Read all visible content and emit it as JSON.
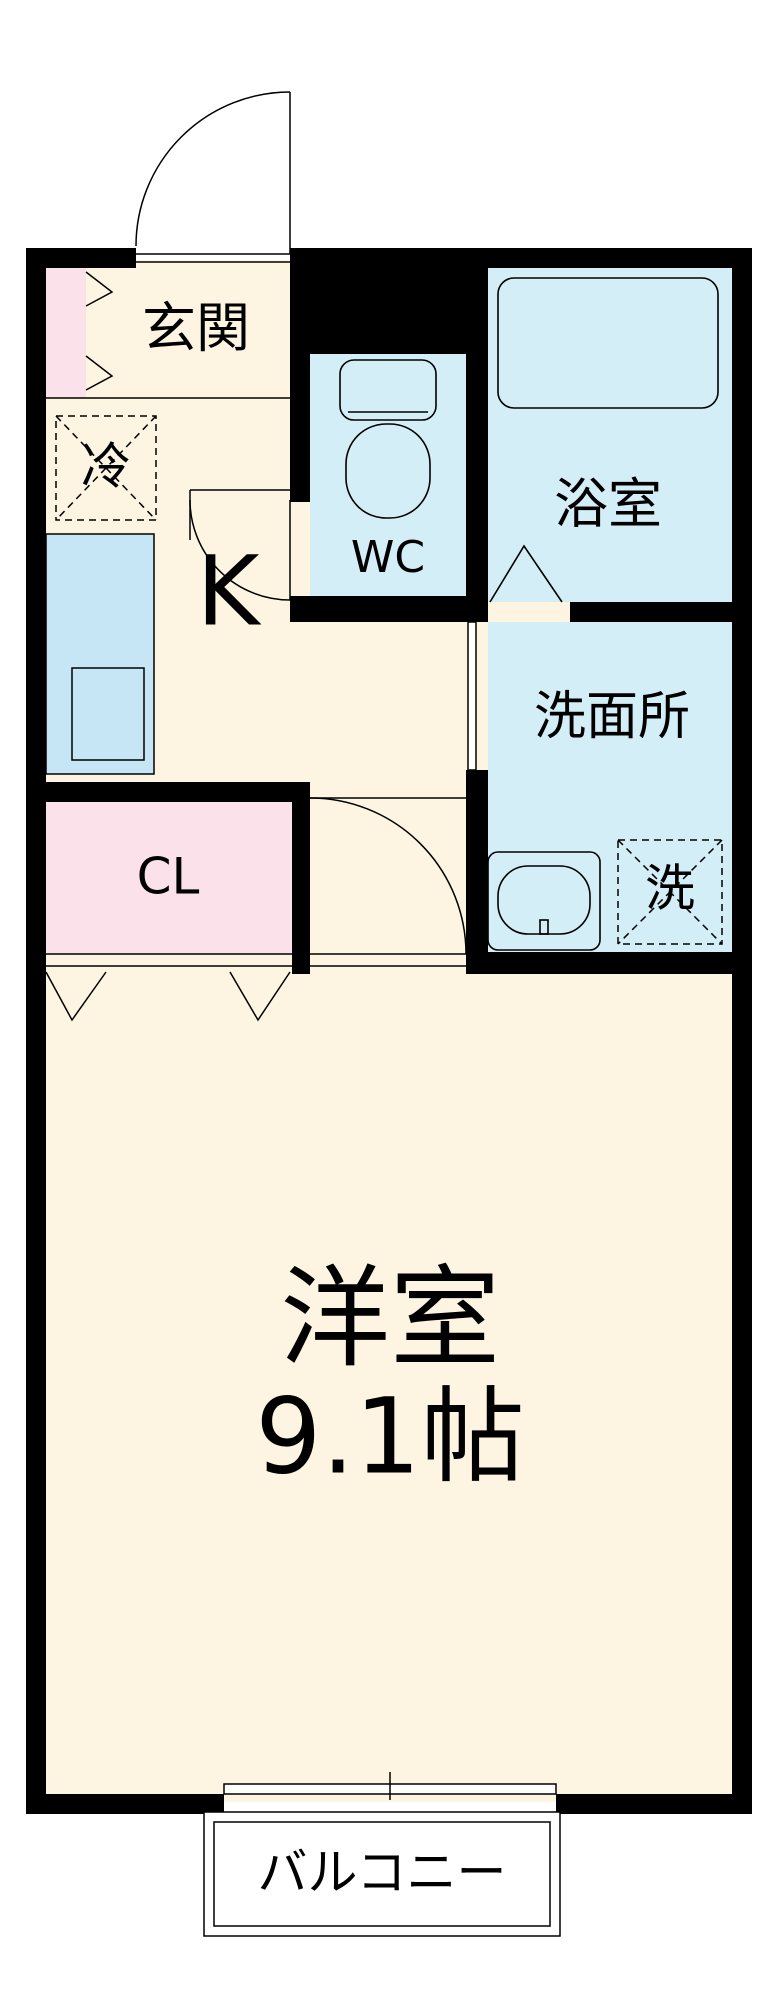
{
  "rooms": {
    "entrance": "玄関",
    "fridge": "冷",
    "kitchen": "K",
    "toilet": "WC",
    "bathroom": "浴室",
    "washroom": "洗面所",
    "washer": "洗",
    "closet": "CL",
    "main_room_name": "洋室",
    "main_room_size": "9.1帖",
    "balcony": "バルコニー"
  },
  "colors": {
    "wall": "#000000",
    "floor": "#fdf5e2",
    "wet_area": "#d4eef8",
    "storage": "#fbe1ea",
    "kitchen_counter": "#c7e6f5",
    "outline": "#000000"
  }
}
